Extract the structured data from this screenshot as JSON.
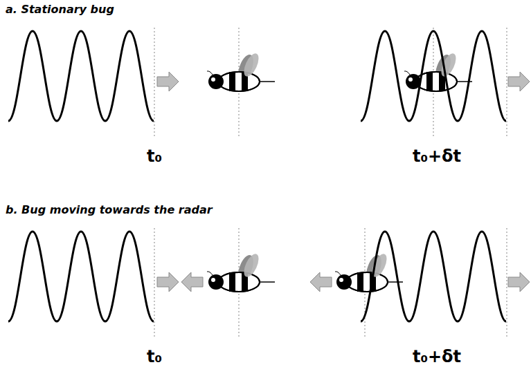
{
  "diagram": {
    "labels": [
      "a. Stationary bug",
      "t₀",
      "t₀+δt",
      "b. Bug moving towards the radar",
      "t₀",
      "t₀+δt"
    ]
  }
}
